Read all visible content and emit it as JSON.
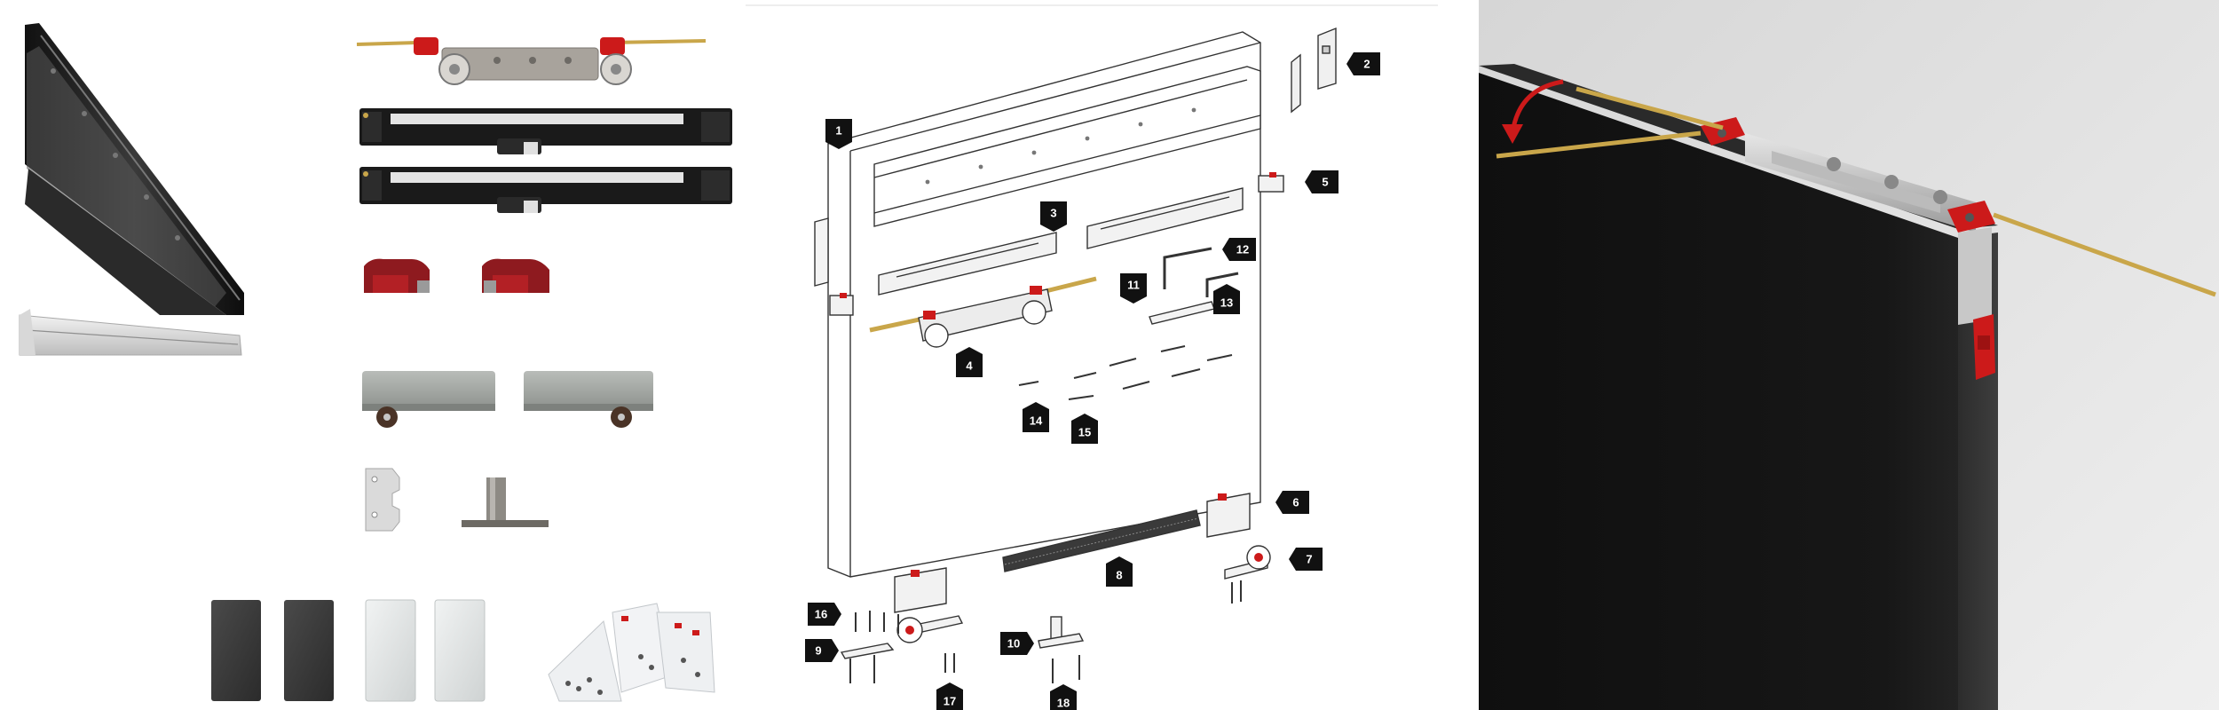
{
  "diagram": {
    "callouts": [
      {
        "id": "callout-1",
        "label": "1"
      },
      {
        "id": "callout-2",
        "label": "2"
      },
      {
        "id": "callout-3",
        "label": "3"
      },
      {
        "id": "callout-4",
        "label": "4"
      },
      {
        "id": "callout-5",
        "label": "5"
      },
      {
        "id": "callout-6",
        "label": "6"
      },
      {
        "id": "callout-7",
        "label": "7"
      },
      {
        "id": "callout-8",
        "label": "8"
      },
      {
        "id": "callout-9",
        "label": "9"
      },
      {
        "id": "callout-10",
        "label": "10"
      },
      {
        "id": "callout-11",
        "label": "11"
      },
      {
        "id": "callout-12",
        "label": "12"
      },
      {
        "id": "callout-13",
        "label": "13"
      },
      {
        "id": "callout-14",
        "label": "14"
      },
      {
        "id": "callout-15",
        "label": "15"
      },
      {
        "id": "callout-16",
        "label": "16"
      },
      {
        "id": "callout-17",
        "label": "17"
      },
      {
        "id": "callout-18",
        "label": "18"
      }
    ]
  },
  "colors": {
    "accent_red": "#cc1a1a",
    "rail_gray": "#c8c8c8",
    "door_black": "#141414",
    "brass": "#c9a64a"
  }
}
